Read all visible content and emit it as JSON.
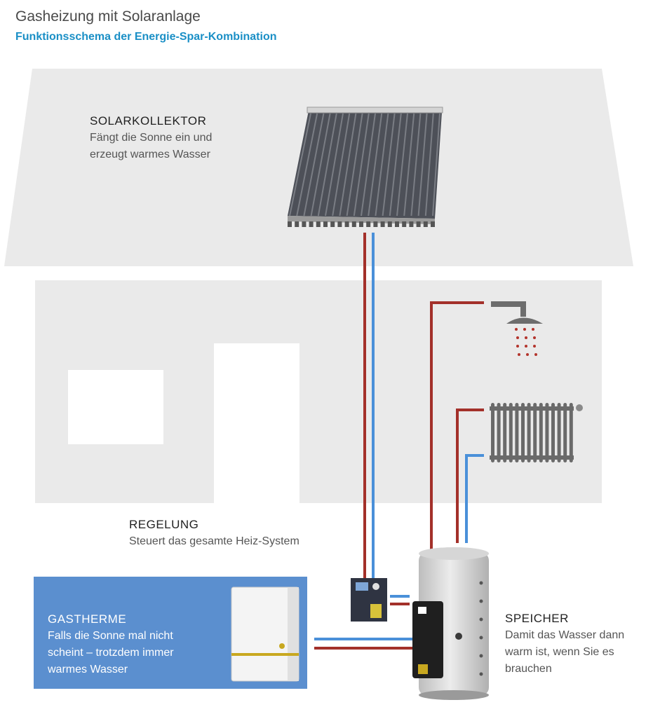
{
  "header": {
    "title": "Gasheizung mit Solaranlage",
    "subtitle": "Funktionsschema der Energie-Spar-Kombination"
  },
  "components": {
    "solar": {
      "title": "SOLARKOLLEKTOR",
      "line1": "Fängt die Sonne ein und",
      "line2": "erzeugt warmes Wasser"
    },
    "control": {
      "title": "REGELUNG",
      "line1": "Steuert das gesamte Heiz-System"
    },
    "boiler": {
      "title": "GASTHERME",
      "line1": "Falls die Sonne mal nicht",
      "line2": "scheint – trotzdem immer",
      "line3": "warmes Wasser"
    },
    "storage": {
      "title": "SPEICHER",
      "line1": "Damit das Wasser dann",
      "line2": "warm ist, wenn Sie es",
      "line3": "brauchen"
    }
  },
  "colors": {
    "house": "#eaeaea",
    "hot_pipe": "#a3302a",
    "cold_pipe": "#4a90d9",
    "gastherme_panel": "#5b8fcf",
    "title": "#4a4a4a",
    "subtitle": "#1a8fc6"
  }
}
